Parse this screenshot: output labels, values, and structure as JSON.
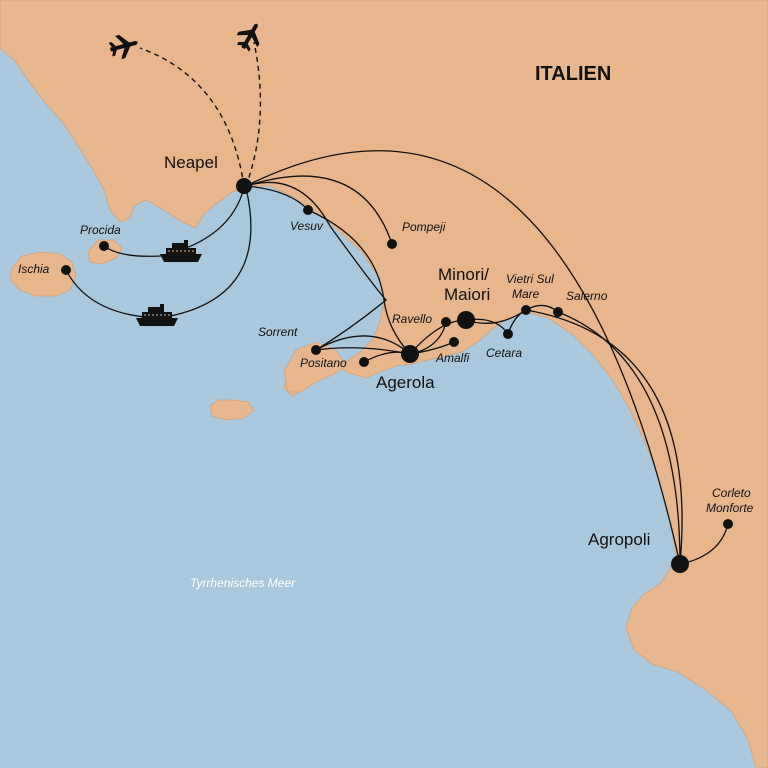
{
  "country_label": "ITALIEN",
  "sea_label": "Tyrrhenisches Meer",
  "colors": {
    "sea": "#a9c8dd",
    "land": "#e8b68c",
    "route": "#111111"
  },
  "icons": {
    "flight": "airplane-icon",
    "ferry": "ferry-icon"
  },
  "places": {
    "neapel": {
      "name": "Neapel",
      "type": "hub"
    },
    "vesuv": {
      "name": "Vesuv",
      "type": "stop"
    },
    "pompeji": {
      "name": "Pompeji",
      "type": "stop"
    },
    "procida": {
      "name": "Procida",
      "type": "stop"
    },
    "ischia": {
      "name": "Ischia",
      "type": "stop"
    },
    "sorrent": {
      "name": "Sorrent",
      "type": "stop"
    },
    "positano": {
      "name": "Positano",
      "type": "stop"
    },
    "agerola": {
      "name": "Agerola",
      "type": "hub"
    },
    "ravello": {
      "name": "Ravello",
      "type": "stop"
    },
    "minori": {
      "name_line1": "Minori/",
      "name_line2": "Maiori",
      "type": "hub"
    },
    "amalfi": {
      "name": "Amalfi",
      "type": "stop"
    },
    "cetara": {
      "name": "Cetara",
      "type": "stop"
    },
    "vietri": {
      "name_line1": "Vietri Sul",
      "name_line2": "Mare",
      "type": "stop"
    },
    "salerno": {
      "name": "Salerno",
      "type": "stop"
    },
    "agropoli": {
      "name": "Agropoli",
      "type": "hub"
    },
    "corleto": {
      "name_line1": "Corleto",
      "name_line2": "Monforte",
      "type": "stop"
    }
  }
}
